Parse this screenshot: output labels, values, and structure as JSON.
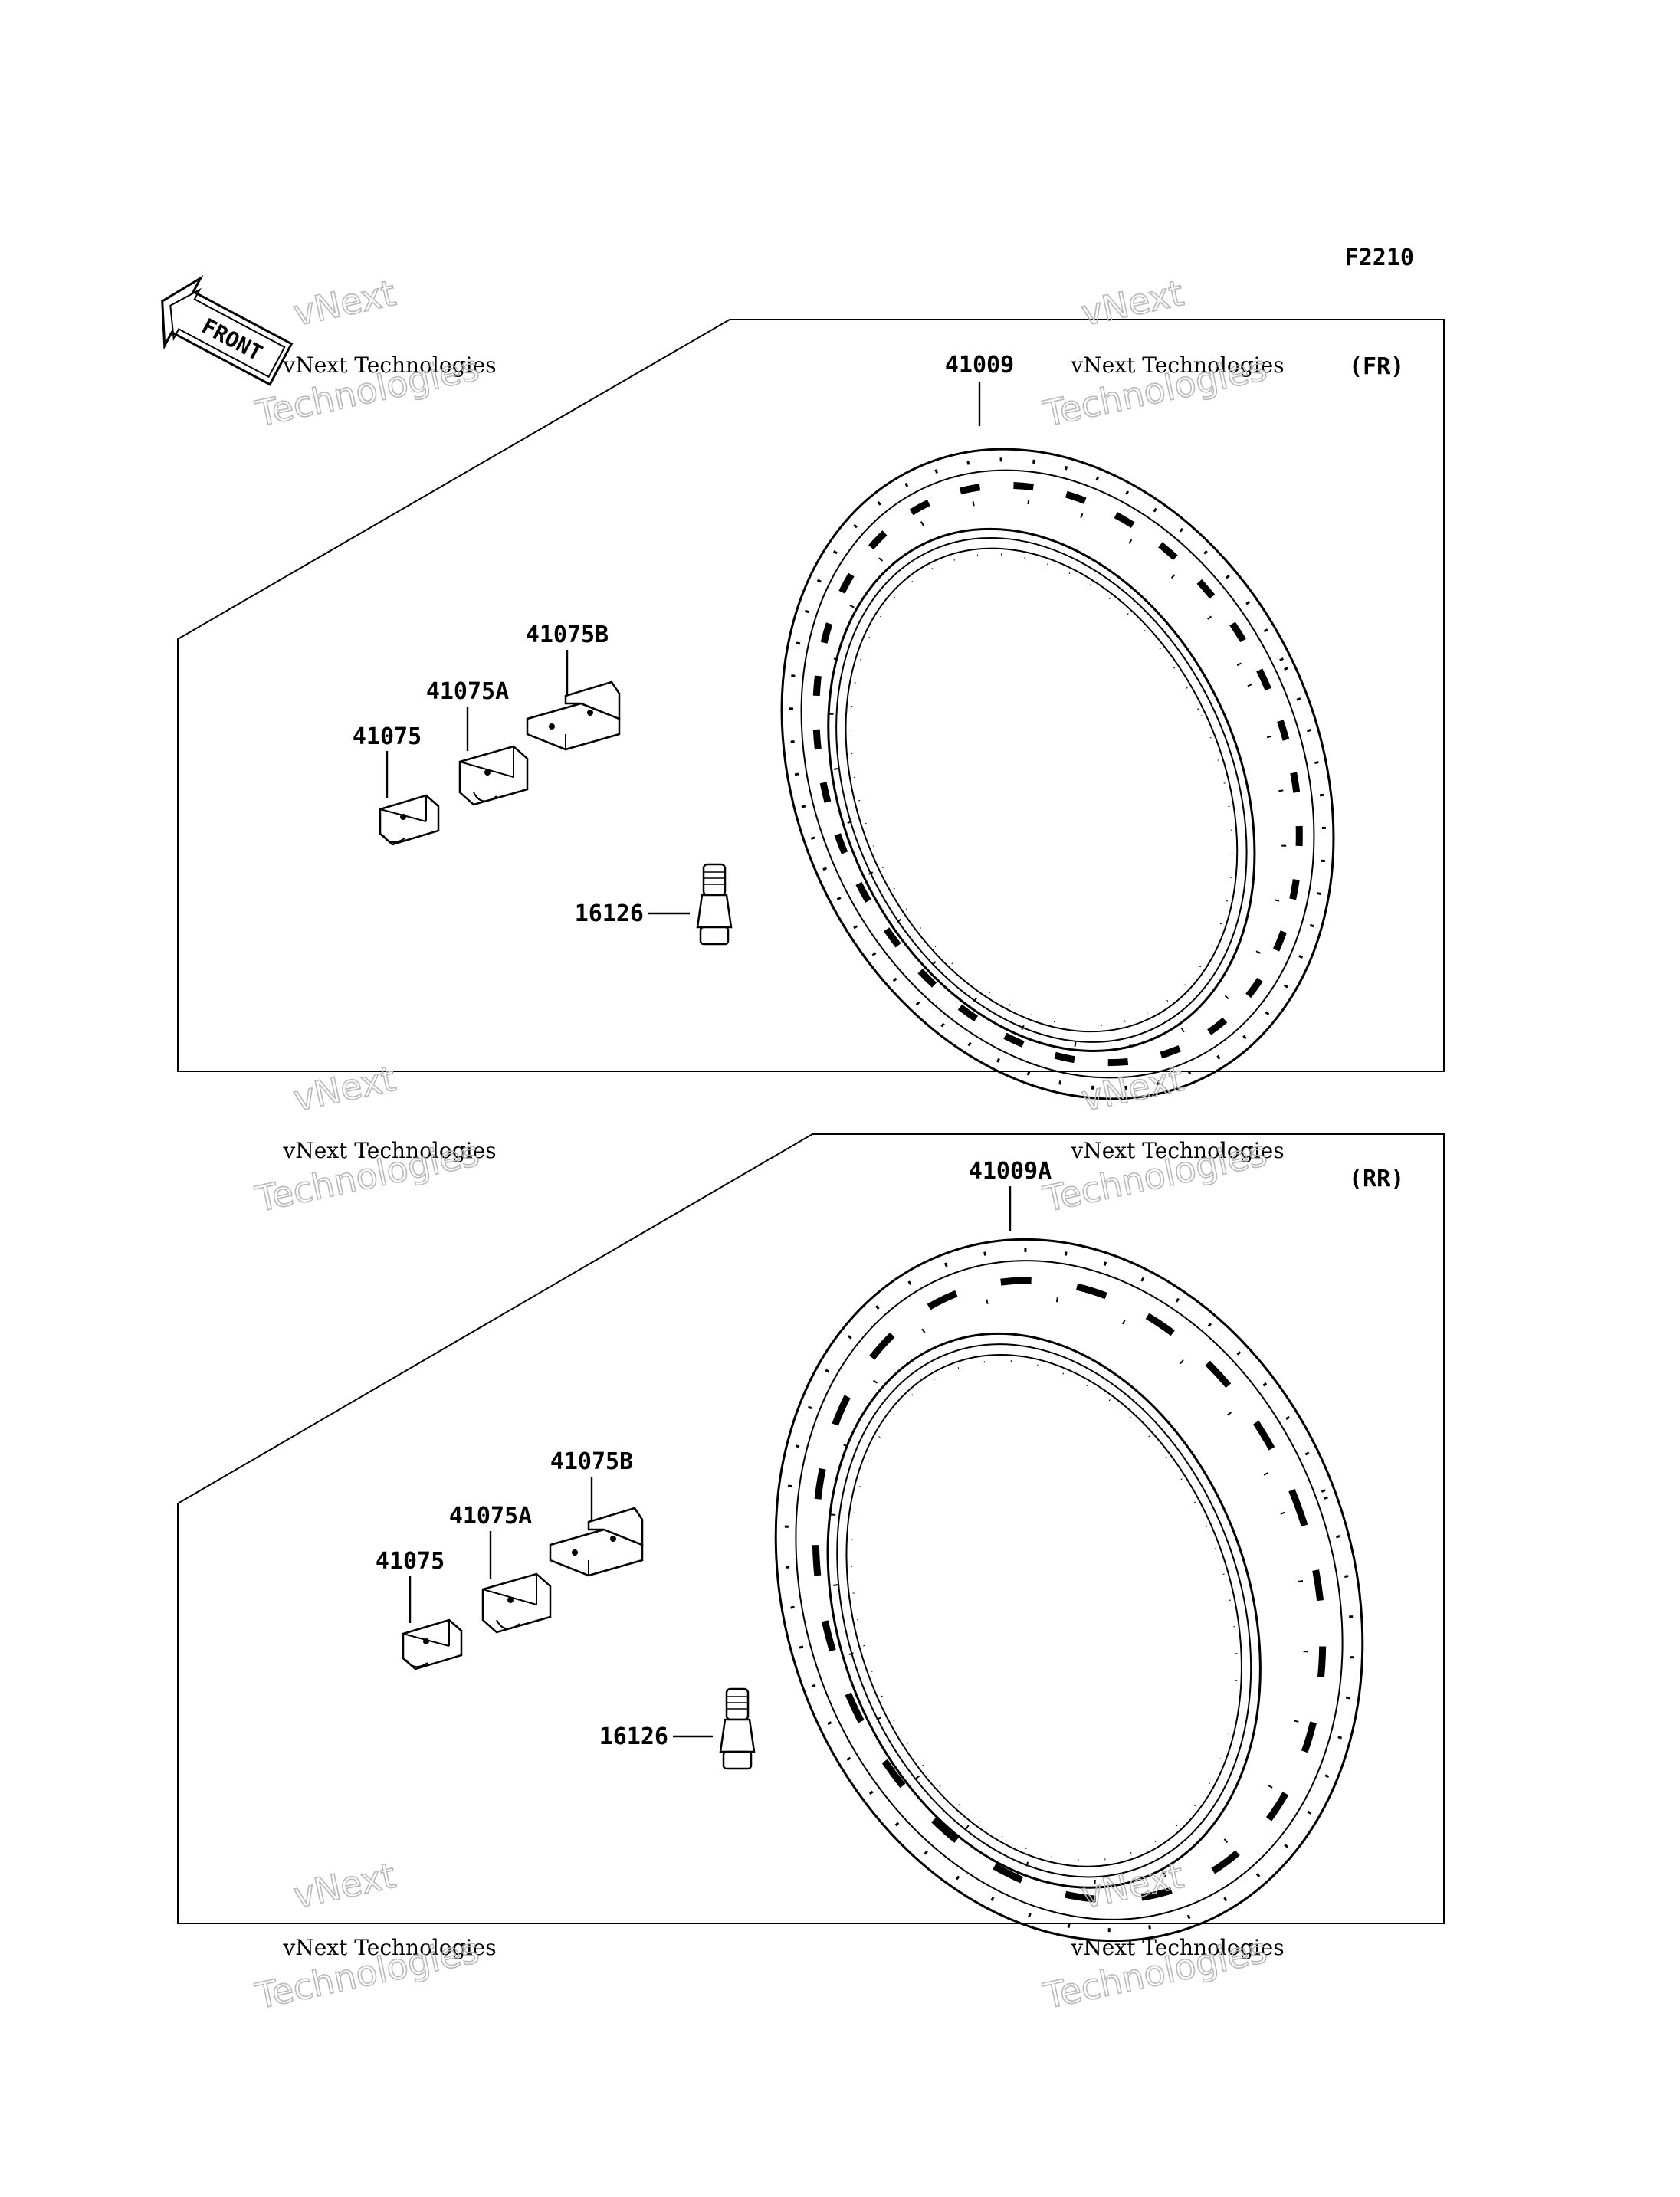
{
  "figure_id": "F2210",
  "front_arrow": "FRONT",
  "watermark": {
    "line1": "vNext",
    "line2": "vNext Technologies",
    "line3": "Technologies"
  },
  "front_section": {
    "position_label": "(FR)",
    "tire_part": "41009",
    "valve_part": "16126",
    "weight_parts": [
      "41075",
      "41075A",
      "41075B"
    ]
  },
  "rear_section": {
    "position_label": "(RR)",
    "tire_part": "41009A",
    "valve_part": "16126",
    "weight_parts": [
      "41075",
      "41075A",
      "41075B"
    ]
  }
}
